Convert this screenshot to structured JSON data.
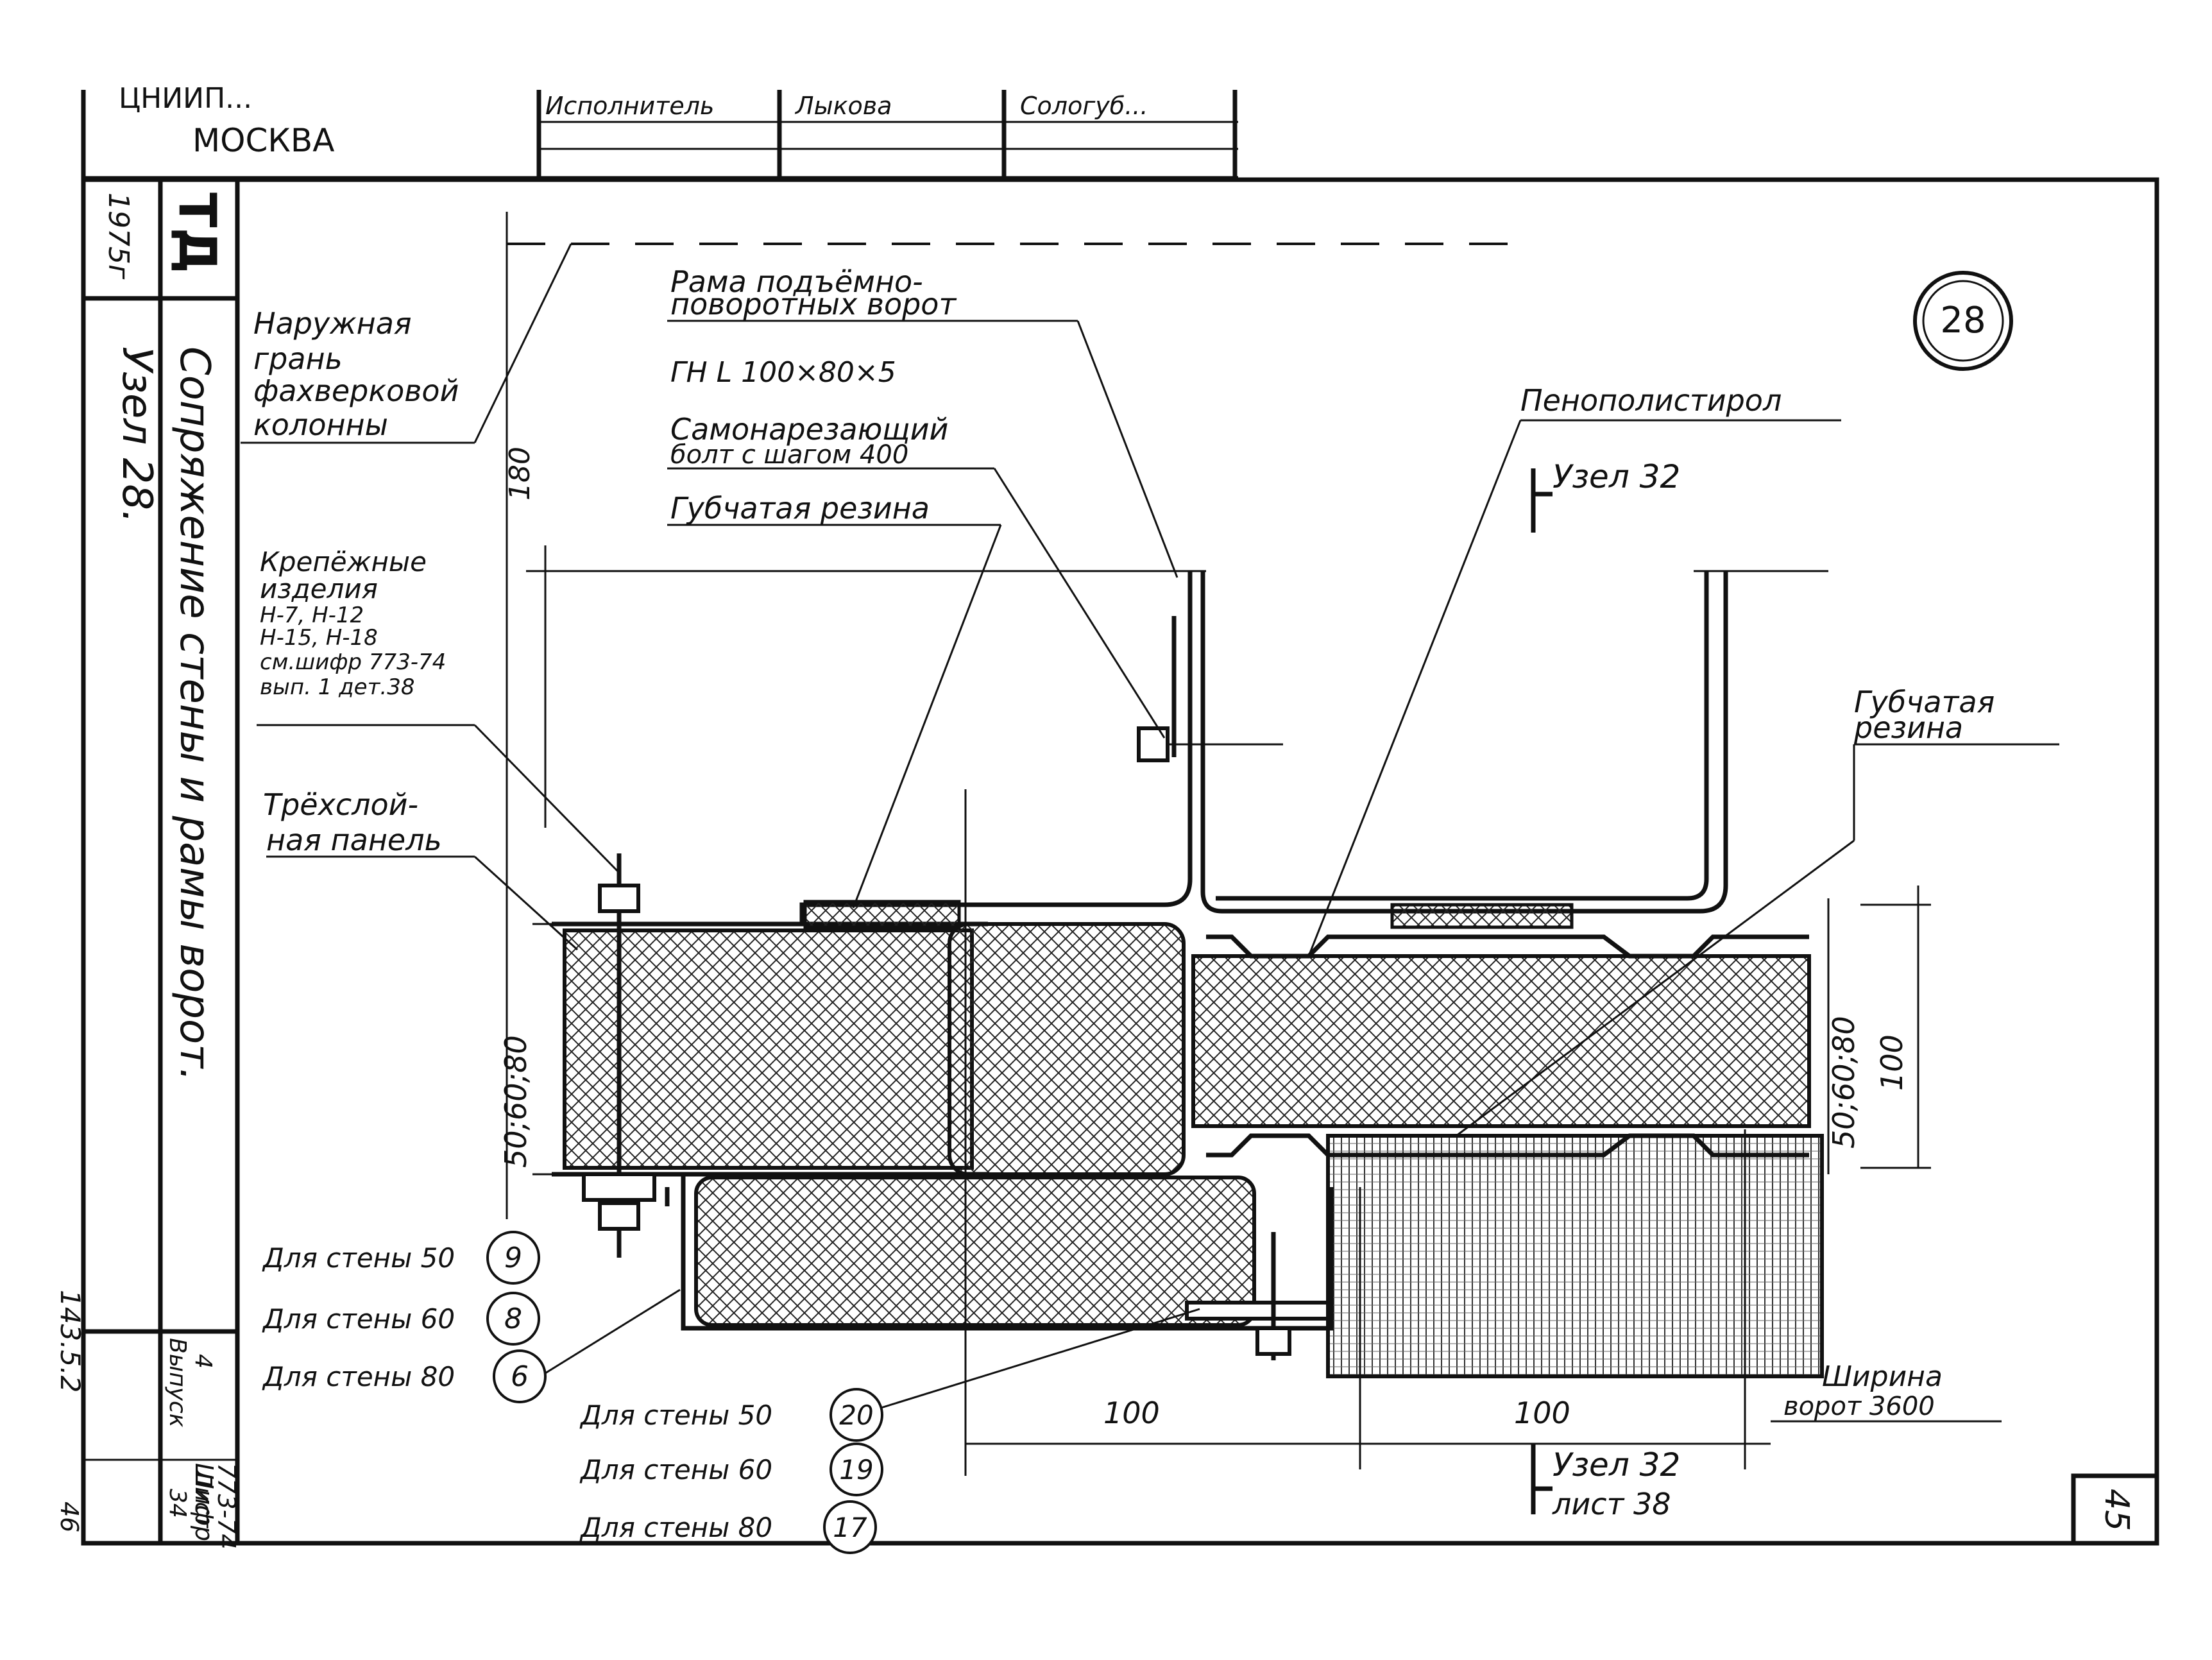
{
  "title_block": {
    "org_line": "ЦНИИП...",
    "city": "МОСКВА",
    "stamp_cells": [
      "Исполнитель",
      "Лыкова",
      "Сологуб..."
    ]
  },
  "left_block": {
    "year": "1975г",
    "series": "ТД",
    "sheet_title": "Сопряжение стены и рамы ворот.",
    "node_label": "Узел 28.",
    "cipher_label": "Шифр",
    "cipher_value": "773-74",
    "issue_label": "Выпуск",
    "issue_value": "4",
    "sheet_label": "Лист",
    "sheet_value": "34",
    "rotated_number": "143.5.2",
    "page_small": "46"
  },
  "node_number": "28",
  "page_number": "45",
  "labels": {
    "outer_face": [
      "Наружная",
      "грань",
      "фахверковой",
      "колонны"
    ],
    "frame": [
      "Рама подъёмно-",
      "поворотных ворот"
    ],
    "angle": "ГН L 100×80×5",
    "bolt": [
      "Самонарезающий",
      "болт с шагом 400"
    ],
    "rubber_top": "Губчатая резина",
    "foam": "Пенополистирол",
    "node32_top": "Узел 32",
    "fasteners": [
      "Крепёжные",
      "изделия",
      "Н-7, Н-12",
      "Н-15, Н-18",
      "см.шифр 773-74",
      "вып. 1 дет.38"
    ],
    "dim_180": "180",
    "rubber_right": [
      "Губчатая",
      "резина"
    ],
    "panel": [
      "Трёхслой-",
      "ная панель"
    ],
    "dim_left": "50;60;80",
    "dim_right": "50;60;80",
    "dim_100_right": "100",
    "dim_100_a": "100",
    "dim_100_b": "100",
    "gate_width": [
      "Ширина",
      "ворот 3600"
    ],
    "node32_bottom": [
      "Узел 32",
      "лист 38"
    ]
  },
  "callouts_left": [
    {
      "label": "Для стены 50",
      "num": "9"
    },
    {
      "label": "Для стены 60",
      "num": "8"
    },
    {
      "label": "Для стены 80",
      "num": "6"
    }
  ],
  "callouts_bottom": [
    {
      "label": "Для стены 50",
      "num": "20"
    },
    {
      "label": "Для стены 60",
      "num": "19"
    },
    {
      "label": "Для стены 80",
      "num": "17"
    }
  ]
}
